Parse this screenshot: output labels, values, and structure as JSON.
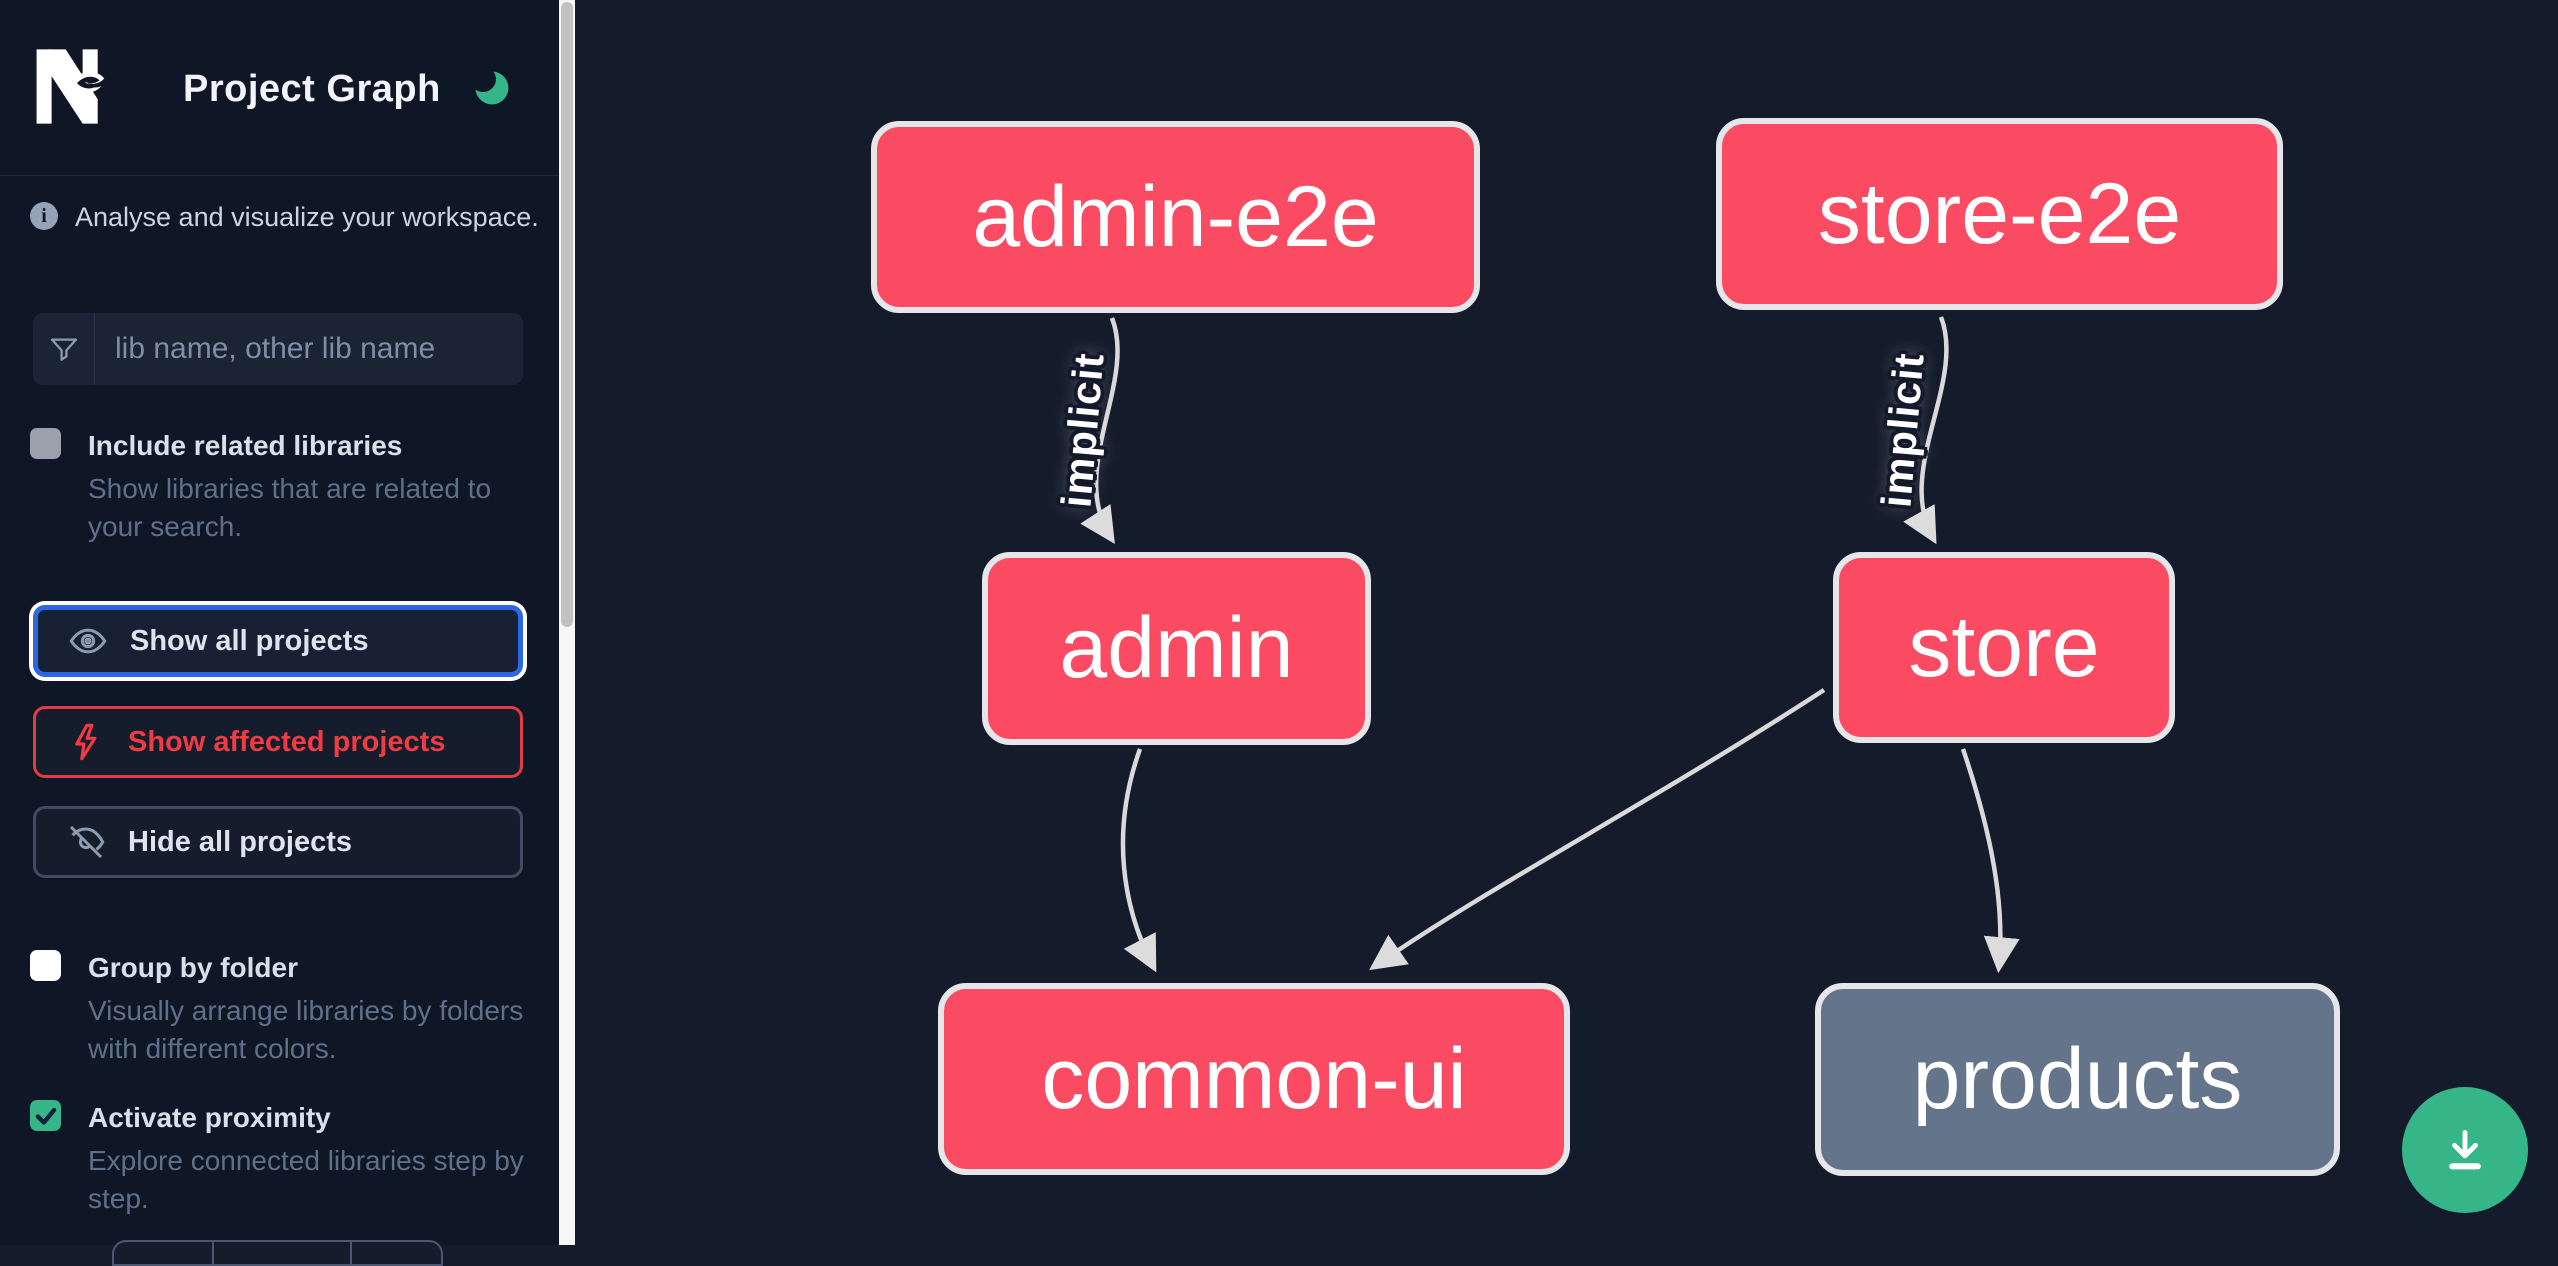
{
  "header": {
    "title": "Project Graph",
    "logo": "Nx",
    "theme_icon": "moon"
  },
  "sidebar": {
    "tagline": "Analyse and visualize your workspace.",
    "filter": {
      "placeholder": "lib name, other lib name",
      "value": ""
    },
    "checkboxes": [
      {
        "id": "include-related",
        "label": "Include related libraries",
        "description": "Show libraries that are related to your search.",
        "checked": false
      },
      {
        "id": "group-by-folder",
        "label": "Group by folder",
        "description": "Visually arrange libraries by folders with different colors.",
        "checked": false
      },
      {
        "id": "activate-proximity",
        "label": "Activate proximity",
        "description": "Explore connected libraries step by step.",
        "checked": true
      }
    ],
    "buttons": [
      {
        "id": "show-all",
        "label": "Show all projects",
        "icon": "eye-icon",
        "state": "focused"
      },
      {
        "id": "show-affected",
        "label": "Show affected projects",
        "icon": "bolt-icon",
        "state": "danger"
      },
      {
        "id": "hide-all",
        "label": "Hide all projects",
        "icon": "eye-off-icon",
        "state": "default"
      }
    ]
  },
  "graph": {
    "nodes": [
      {
        "id": "admin-e2e",
        "label": "admin-e2e",
        "type": "affected"
      },
      {
        "id": "store-e2e",
        "label": "store-e2e",
        "type": "affected"
      },
      {
        "id": "admin",
        "label": "admin",
        "type": "affected"
      },
      {
        "id": "store",
        "label": "store",
        "type": "affected"
      },
      {
        "id": "common-ui",
        "label": "common-ui",
        "type": "affected"
      },
      {
        "id": "products",
        "label": "products",
        "type": "normal"
      }
    ],
    "edges": [
      {
        "from": "admin-e2e",
        "to": "admin",
        "label": "implicit"
      },
      {
        "from": "store-e2e",
        "to": "store",
        "label": "implicit"
      },
      {
        "from": "admin",
        "to": "common-ui",
        "label": ""
      },
      {
        "from": "store",
        "to": "common-ui",
        "label": ""
      },
      {
        "from": "store",
        "to": "products",
        "label": ""
      }
    ]
  },
  "actions": {
    "download": "download-graph"
  },
  "colors": {
    "accent_green": "#35b588",
    "node_affected": "#fb4b63",
    "node_normal": "#64748b",
    "danger_red": "#ef3b41",
    "focus_blue": "#2b66e3",
    "sidebar_bg": "#0f1626",
    "canvas_bg": "#141b2b",
    "edge_gray": "#d9d9d9"
  }
}
